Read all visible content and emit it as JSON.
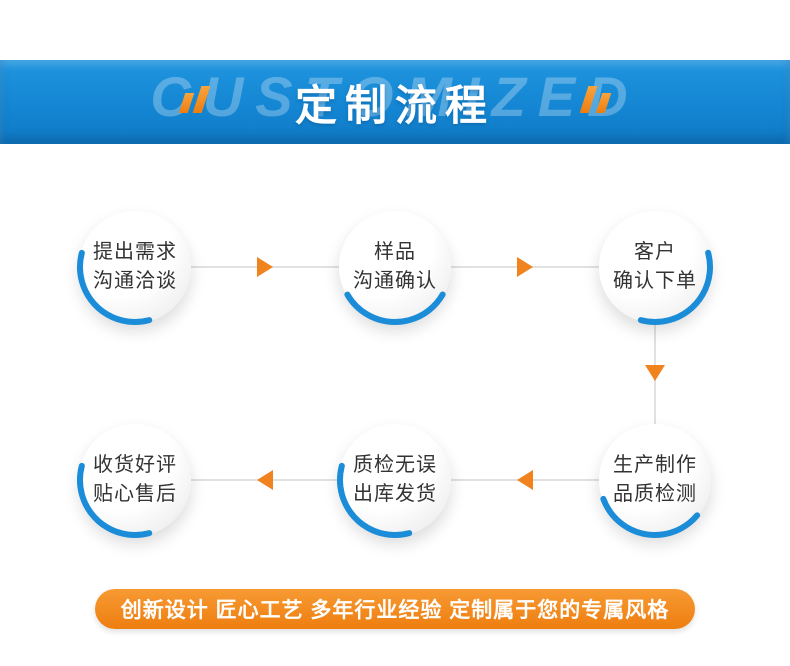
{
  "header": {
    "watermark": "CUSTOMIZED",
    "title": "定制流程"
  },
  "steps": [
    {
      "lines": [
        "提出需求",
        "沟通洽谈"
      ]
    },
    {
      "lines": [
        "样品",
        "沟通确认"
      ]
    },
    {
      "lines": [
        "客户",
        "确认下单"
      ]
    },
    {
      "lines": [
        "生产制作",
        "品质检测"
      ]
    },
    {
      "lines": [
        "质检无误",
        "出库发货"
      ]
    },
    {
      "lines": [
        "收货好评",
        "贴心售后"
      ]
    }
  ],
  "footer": {
    "text": "创新设计 匠心工艺 多年行业经验 定制属于您的专属风格"
  },
  "colors": {
    "banner_blue": "#1486d3",
    "arc_blue": "#1a8cd8",
    "accent_orange": "#f0831d",
    "line_gray": "#e1e1e1"
  }
}
